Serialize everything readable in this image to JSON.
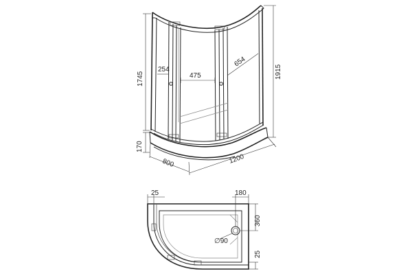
{
  "colors": {
    "line": "#222222",
    "background": "#ffffff"
  },
  "dimensions": {
    "door_width": "254",
    "opening_width": "475",
    "panel_width": "654",
    "height_cabin": "1745",
    "height_total": "1915",
    "height_tray": "170",
    "depth": "800",
    "length": "1200",
    "plan_offset": "25",
    "plan_drain_x": "180",
    "plan_drain_y": "360",
    "plan_drain_diameter": "∅90",
    "plan_bottom_offset": "25"
  }
}
